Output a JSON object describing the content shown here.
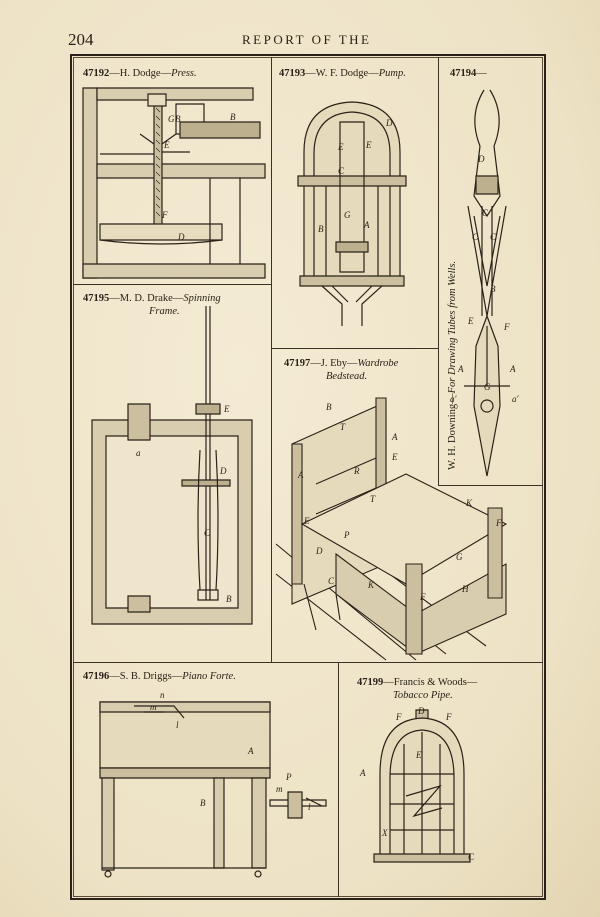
{
  "header": {
    "page_number": "204",
    "title": "REPORT OF THE"
  },
  "figures": [
    {
      "number": "47192",
      "inventor": "H. Dodge",
      "invention": "Press."
    },
    {
      "number": "47193",
      "inventor": "W. F. Dodge",
      "invention": "Pump."
    },
    {
      "number": "47194",
      "inventor": "W. H. Downing",
      "invention": "For Drawing Tubes from Wells."
    },
    {
      "number": "47195",
      "inventor": "M. D. Drake",
      "invention": "Spinning",
      "invention_line2": "Frame."
    },
    {
      "number": "47197",
      "inventor": "J. Eby",
      "invention": "Wardrobe",
      "invention_line2": "Bedstead."
    },
    {
      "number": "47196",
      "inventor": "S. B. Driggs",
      "invention": "Piano Forte."
    },
    {
      "number": "47199",
      "inventor": "Francis & Woods",
      "invention": "Tobacco Pipe."
    }
  ],
  "separator": "—",
  "labels": {
    "press": [
      "G",
      "B",
      "B",
      "E",
      "F",
      "D"
    ],
    "pump": [
      "D",
      "E",
      "E",
      "C",
      "B",
      "G",
      "A"
    ],
    "tubes": [
      "D",
      "C",
      "C",
      "C",
      "B",
      "E",
      "F",
      "A",
      "G",
      "A",
      "a'",
      "a'"
    ],
    "spinning": [
      "E",
      "a",
      "D",
      "C",
      "B"
    ],
    "bedstead": [
      "B",
      "T",
      "A",
      "E",
      "R",
      "A",
      "T",
      "E",
      "P",
      "D",
      "C",
      "K",
      "K",
      "F",
      "G",
      "F",
      "H"
    ],
    "piano": [
      "n",
      "m",
      "l",
      "A",
      "B",
      "P",
      "m",
      "l"
    ],
    "pipe": [
      "F",
      "D",
      "F",
      "E",
      "A",
      "X",
      "C"
    ]
  }
}
